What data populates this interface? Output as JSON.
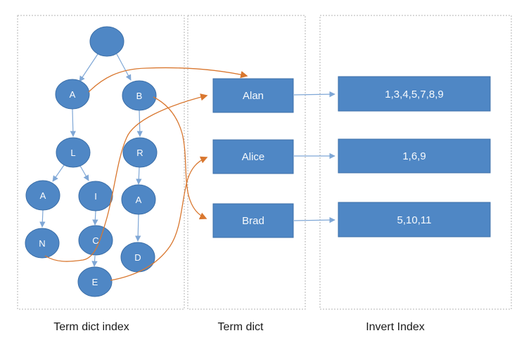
{
  "panels": {
    "term_dict_index": {
      "label": "Term dict index"
    },
    "term_dict": {
      "label": "Term dict"
    },
    "invert_index": {
      "label": "Invert Index"
    }
  },
  "tree": {
    "nodes": [
      {
        "label": ""
      },
      {
        "label": "A"
      },
      {
        "label": "B"
      },
      {
        "label": "L"
      },
      {
        "label": "R"
      },
      {
        "label": "A"
      },
      {
        "label": "I"
      },
      {
        "label": "A"
      },
      {
        "label": "N"
      },
      {
        "label": "C"
      },
      {
        "label": "D"
      },
      {
        "label": "E"
      }
    ]
  },
  "term_dict": {
    "terms": [
      {
        "label": "Alan"
      },
      {
        "label": "Alice"
      },
      {
        "label": "Brad"
      }
    ]
  },
  "invert_index": {
    "postings": [
      {
        "label": "1,3,4,5,7,8,9"
      },
      {
        "label": "1,6,9"
      },
      {
        "label": "5,10,11"
      }
    ]
  },
  "colors": {
    "bg": "#ffffff",
    "node-fill": "#4f87c5",
    "node-stroke": "#3c6fa8",
    "edge-blue": "#7fa7d6",
    "edge-orange": "#d9772f",
    "panel-border": "#b3b3b3",
    "text-color": "#1a1a1a"
  }
}
